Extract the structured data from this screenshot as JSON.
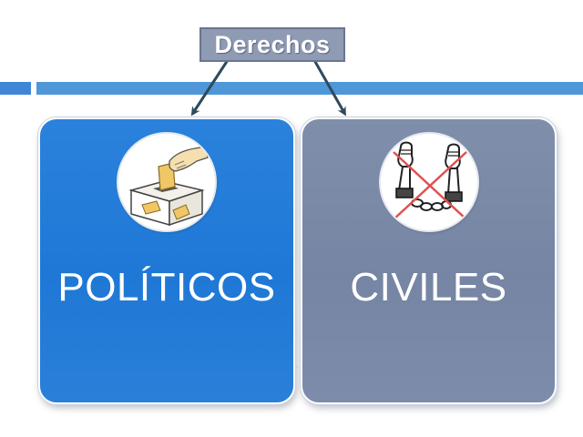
{
  "title": "Derechos",
  "branches": [
    {
      "label": "POLÍTICOS",
      "icon": "ballot-box-icon"
    },
    {
      "label": "CIVILES",
      "icon": "broken-chains-icon"
    }
  ],
  "colors": {
    "accent_bar": "#4f97d9",
    "title_box": "#8f9ab3",
    "left_card": "#1f78d6",
    "right_card": "#7585a3",
    "arrow": "#2f4a5c"
  }
}
